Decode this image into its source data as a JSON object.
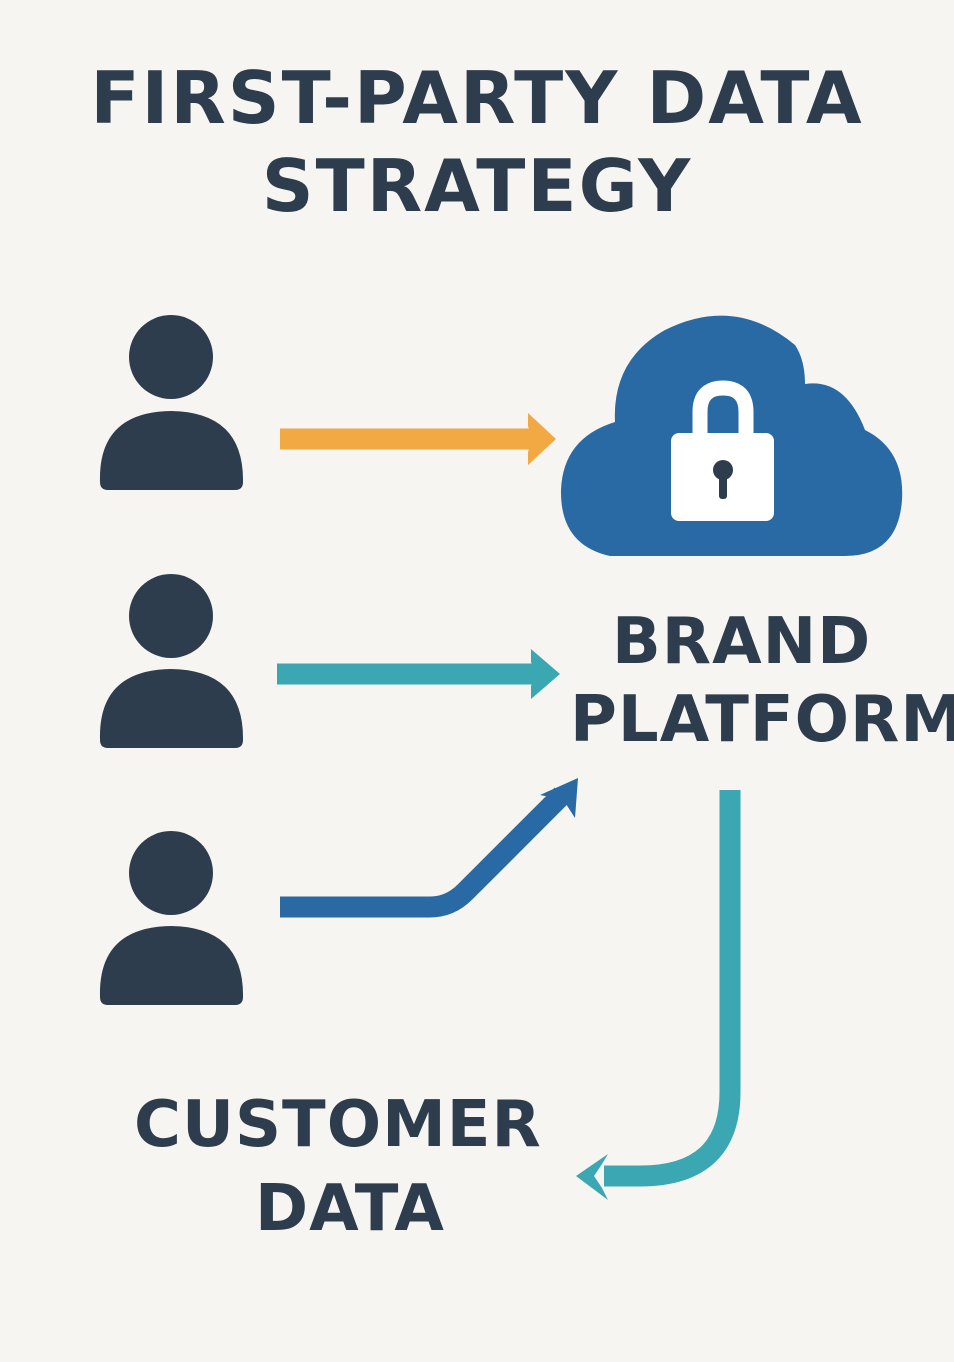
{
  "title": {
    "line1": "FIRST-PARTY DATA",
    "line2": "STRATEGY"
  },
  "platform_label": {
    "line1": "BRAND",
    "line2": "PLATFORM"
  },
  "output_label": {
    "line1": "CUSTOMER",
    "line2": "DATA"
  },
  "colors": {
    "background": "#f7f5f1",
    "text": "#2d3d4d",
    "person": "#2d3d4d",
    "cloud": "#2a6aa4",
    "lock": "#ffffff",
    "arrow_orange": "#f2a843",
    "arrow_teal": "#3ba7b3",
    "arrow_blue": "#2a6aa4",
    "arrow_output": "#3ba7b3"
  },
  "icons": {
    "people": [
      "person-icon",
      "person-icon",
      "person-icon"
    ],
    "platform": "cloud-lock-icon"
  }
}
